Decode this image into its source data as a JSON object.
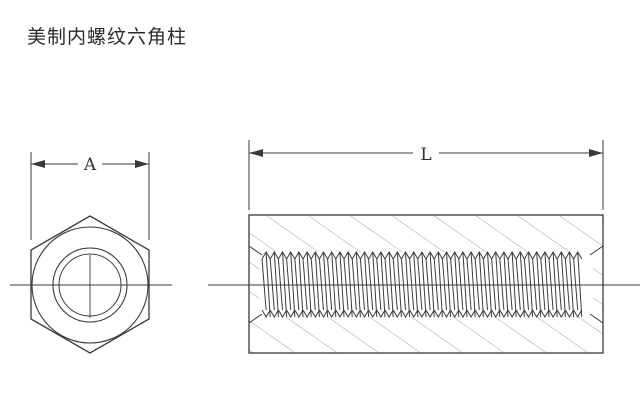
{
  "title": "美制内螺纹六角柱",
  "dimensions": {
    "width_label": "A",
    "length_label": "L"
  },
  "colors": {
    "line": "#3a3a3a",
    "text": "#2b2b2b"
  }
}
